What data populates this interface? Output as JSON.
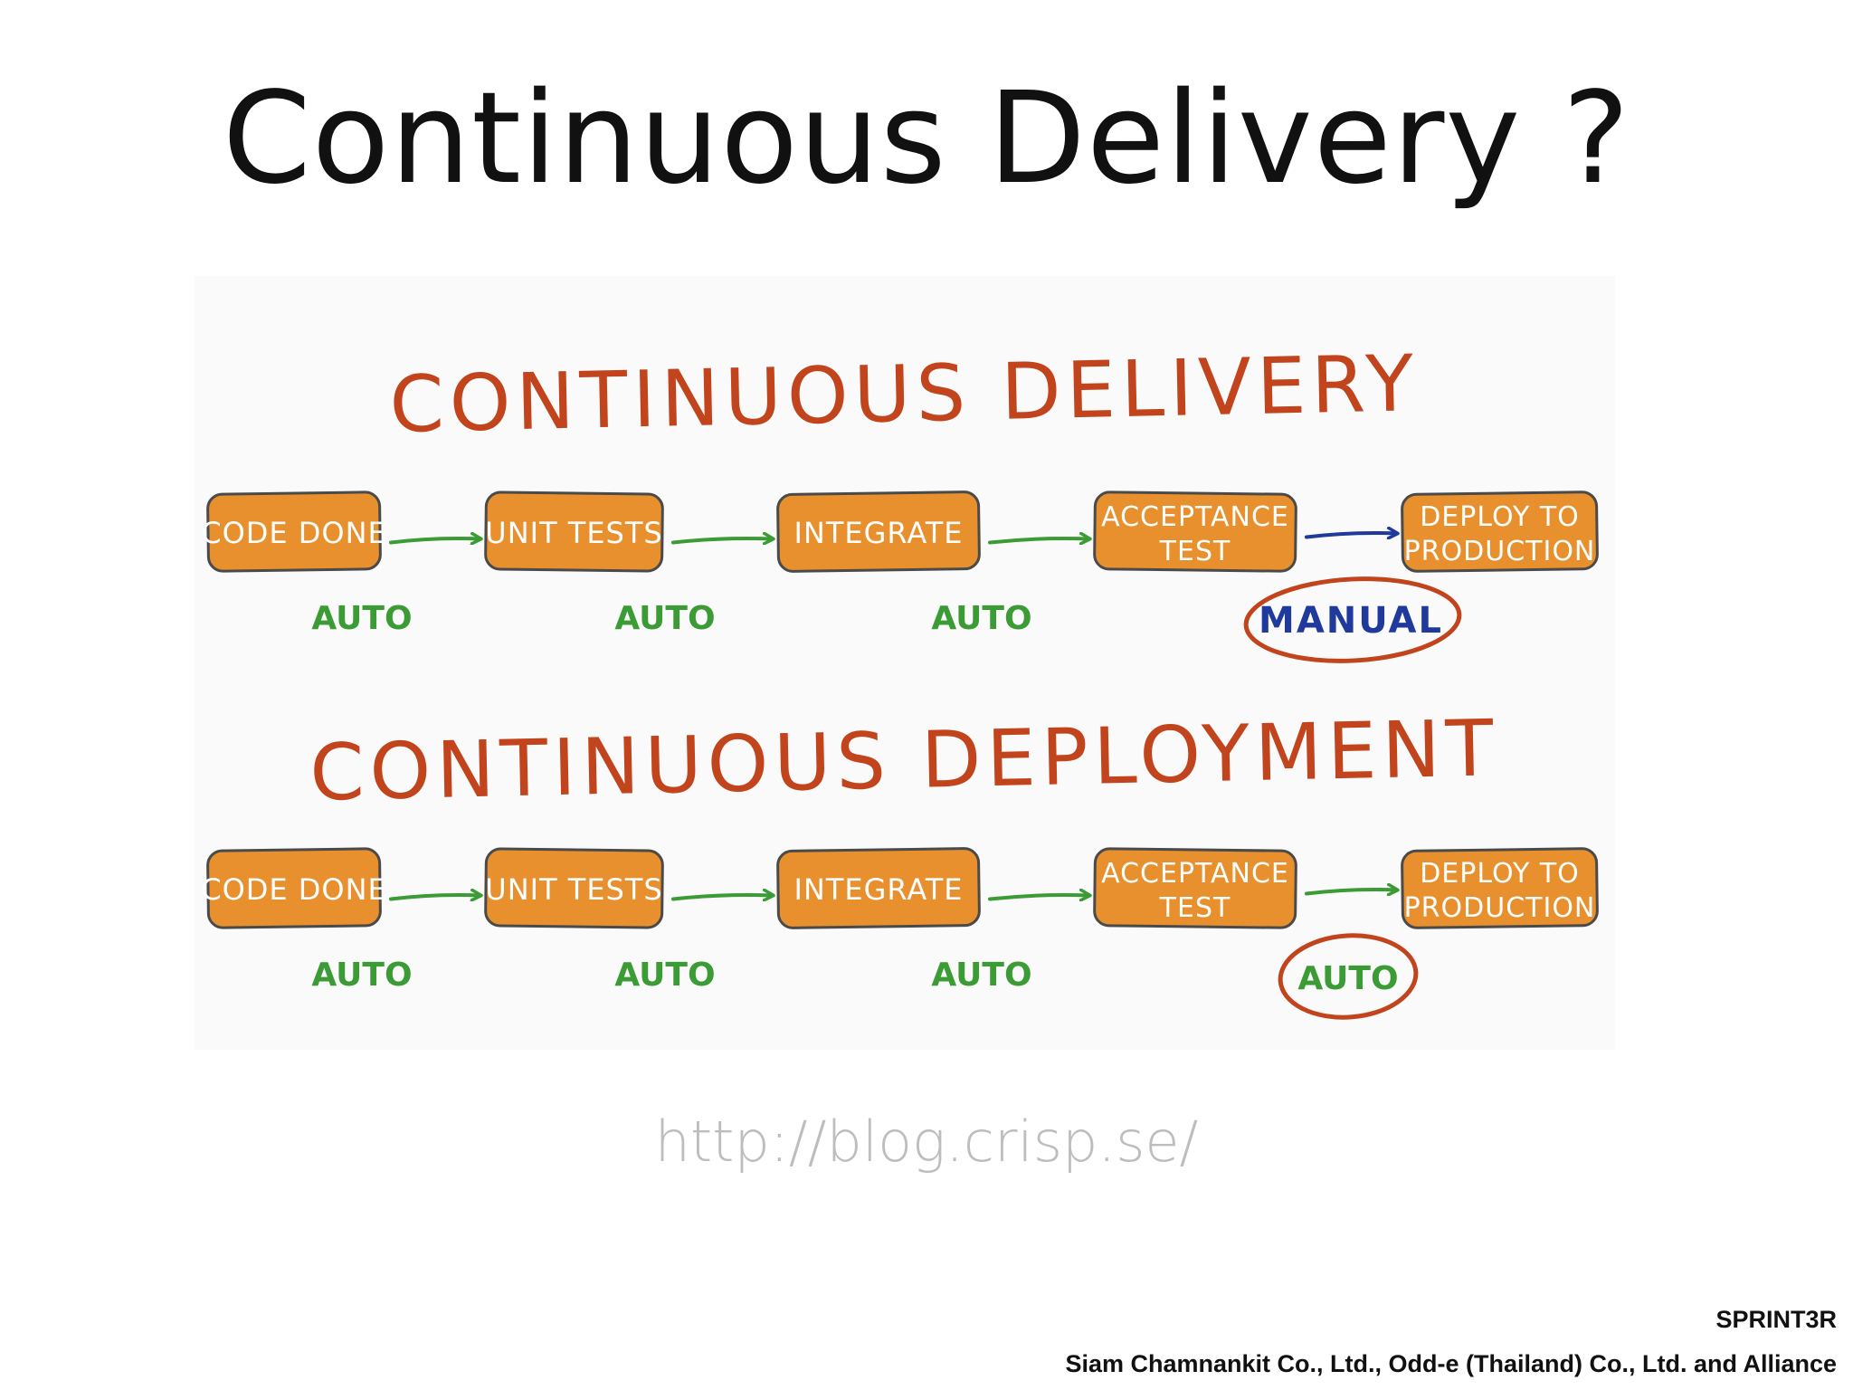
{
  "slide": {
    "title": "Continuous Delivery ?",
    "source_url": "http://blog.crisp.se/",
    "footer_brand": "SPRINT3R",
    "footer_credit": "Siam Chamnankit Co., Ltd., Odd-e (Thailand) Co., Ltd. and Alliance"
  },
  "diagram": {
    "colors": {
      "heading": "#c1441d",
      "box_fill": "#e8902e",
      "box_stroke": "#4a4a4a",
      "auto_arrow": "#3b9b34",
      "manual_arrow": "#1f3a9c",
      "circle": "#c1441d"
    },
    "delivery": {
      "heading": "CONTINUOUS DELIVERY",
      "steps": [
        "CODE DONE",
        "UNIT TESTS",
        "INTEGRATE",
        "ACCEPTANCE TEST",
        "DEPLOY TO PRODUCTION"
      ],
      "transitions": [
        "AUTO",
        "AUTO",
        "AUTO",
        "MANUAL"
      ]
    },
    "deployment": {
      "heading": "CONTINUOUS DEPLOYMENT",
      "steps": [
        "CODE DONE",
        "UNIT TESTS",
        "INTEGRATE",
        "ACCEPTANCE TEST",
        "DEPLOY TO PRODUCTION"
      ],
      "transitions": [
        "AUTO",
        "AUTO",
        "AUTO",
        "AUTO"
      ]
    }
  }
}
